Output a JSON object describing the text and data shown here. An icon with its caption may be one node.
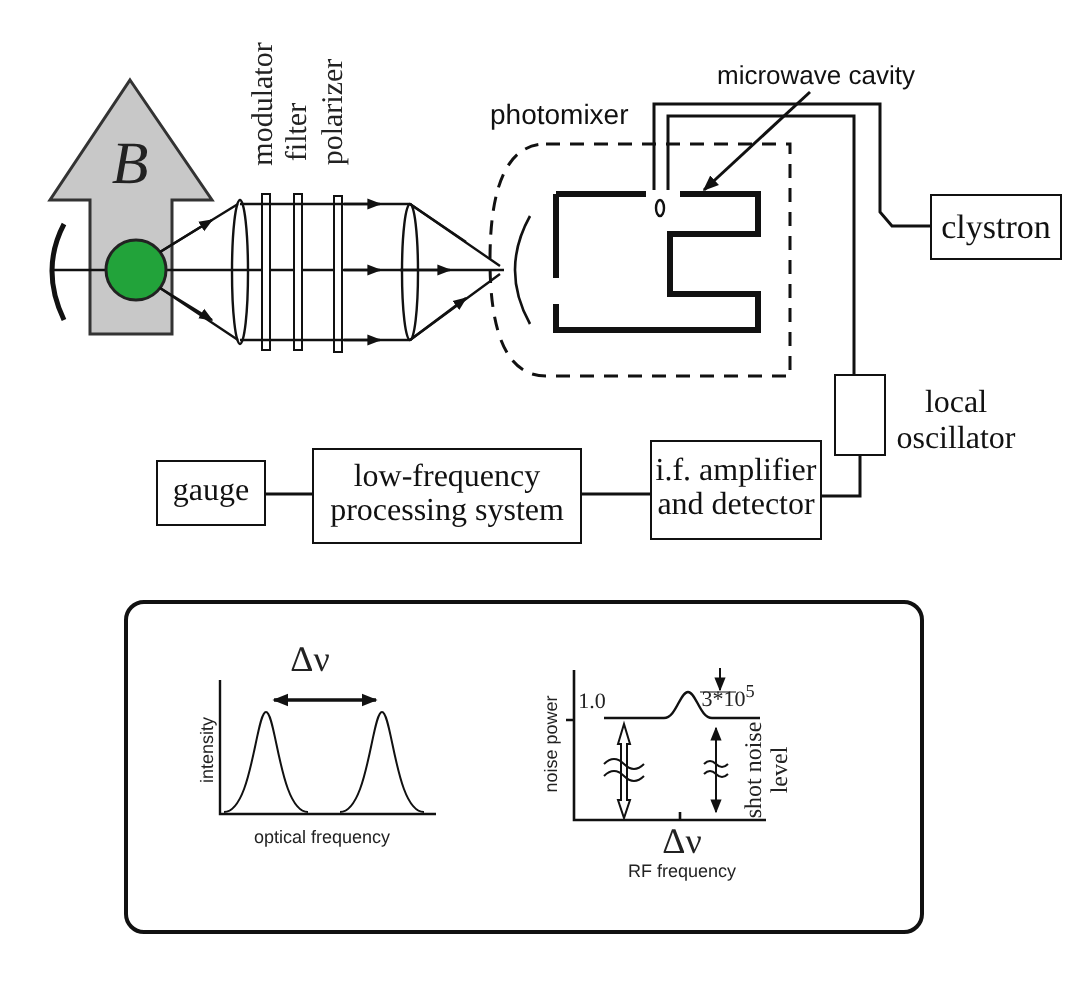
{
  "diagram": {
    "nodes": [
      {
        "text": [
          "photomixer"
        ]
      },
      {
        "text": [],
        "shape": "box",
        "in": 0
      },
      {
        "text": [
          "microwave cavity"
        ]
      },
      {
        "text": [
          "clystron"
        ]
      },
      {
        "text": [],
        "shape": "box",
        "beside": [
          "local oscillator"
        ]
      },
      {
        "text": [
          "gauge"
        ]
      },
      {
        "text": [
          "low-frequency processing system"
        ]
      },
      {
        "text": [
          "i.f. amplifier and detector"
        ]
      }
    ],
    "edges": [
      {
        "from": 2,
        "to": 1,
        "arrow": "to"
      },
      {
        "from": 4,
        "to": 1,
        "arrow": "none"
      },
      {
        "from": 3,
        "to": 1,
        "arrow": "none"
      },
      {
        "from": 4,
        "to": 7,
        "arrow": "none"
      },
      {
        "from": 7,
        "to": 6,
        "arrow": "none"
      },
      {
        "from": 6,
        "to": 5,
        "arrow": "none"
      }
    ],
    "labels": [
      "B",
      "modulator",
      "filter",
      "polarizer",
      "Δν",
      "intensity",
      "optical frequency",
      "noise power",
      "1.0",
      "3*10$^{5}$",
      "shot noise level",
      "Δν",
      "RF frequency"
    ]
  }
}
